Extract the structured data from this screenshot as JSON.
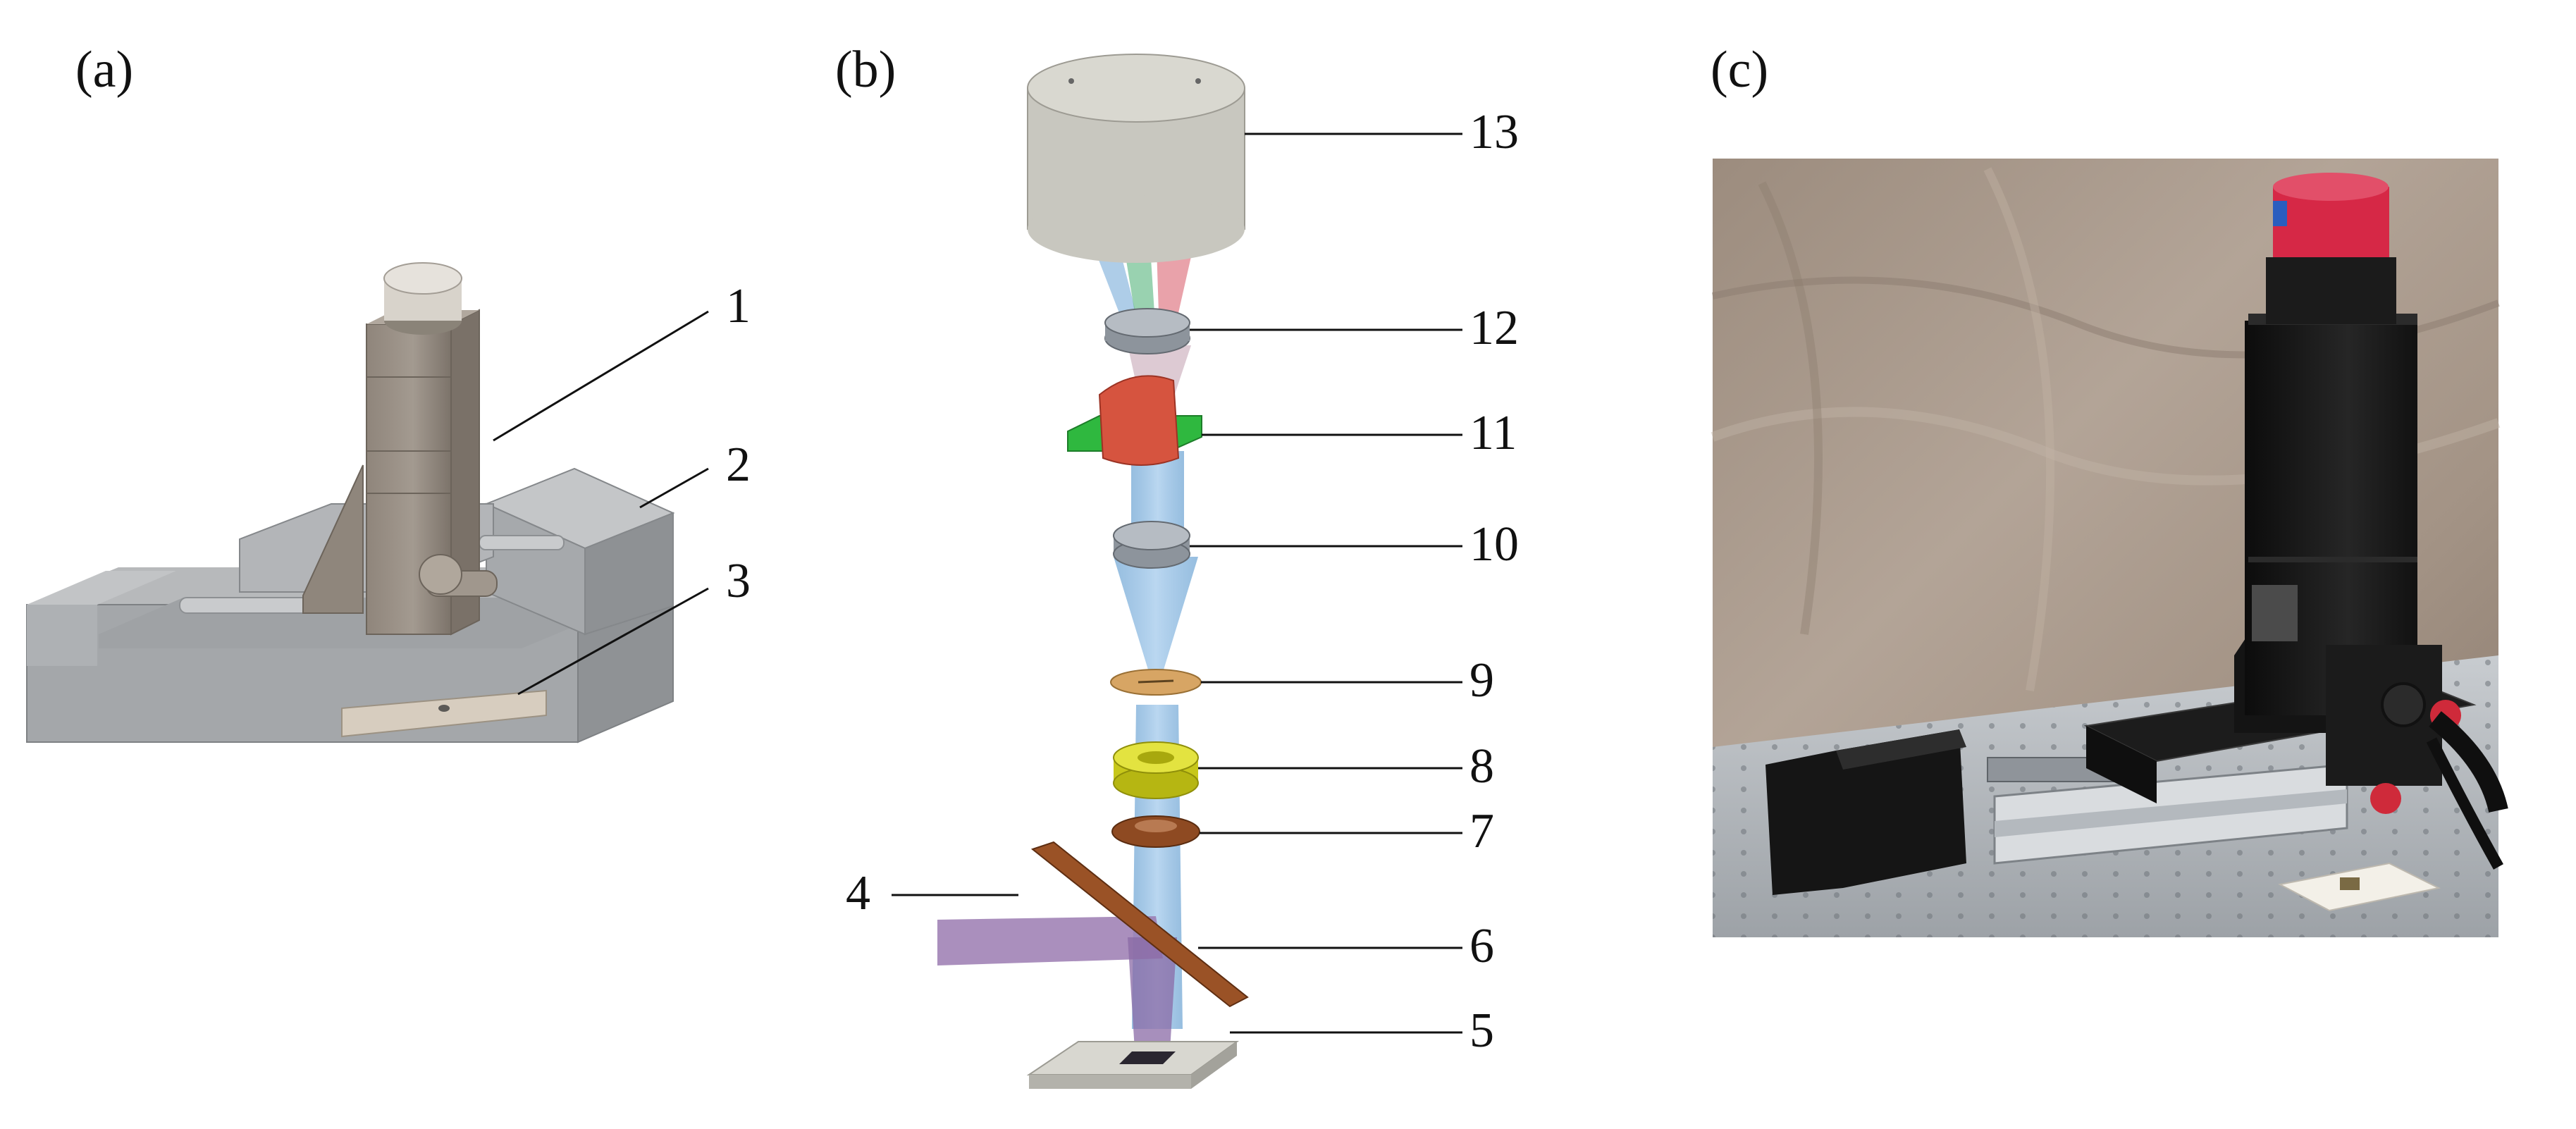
{
  "panels": {
    "a": {
      "label": "(a)",
      "callouts": [
        "1",
        "2",
        "3"
      ]
    },
    "b": {
      "label": "(b)",
      "callouts": [
        "4",
        "5",
        "6",
        "7",
        "8",
        "9",
        "10",
        "11",
        "12",
        "13"
      ]
    },
    "c": {
      "label": "(c)"
    }
  },
  "colors": {
    "device_gray": "#a9acaf",
    "column_taupe": "#978d83",
    "camera_red": "#d62846",
    "mirror_brown": "#8a4a1f",
    "filter_yellow": "#d4d41a",
    "beam_blue": "#7fb2dc",
    "excitation_purple": "#9b7bb2"
  }
}
